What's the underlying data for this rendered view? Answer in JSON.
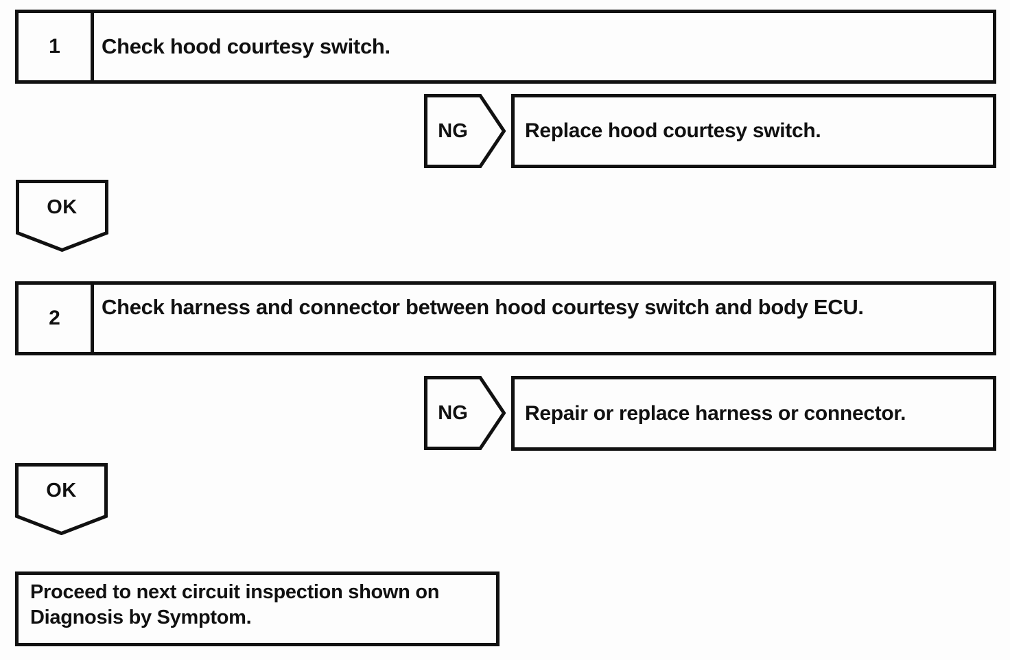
{
  "flowchart": {
    "steps": [
      {
        "number": "1",
        "instruction": "Check hood courtesy switch.",
        "fail_label": "NG",
        "fail_action": "Replace hood courtesy switch.",
        "pass_label": "OK"
      },
      {
        "number": "2",
        "instruction": "Check harness and connector between hood courtesy switch and body ECU.",
        "fail_label": "NG",
        "fail_action": "Repair or replace harness or connector.",
        "pass_label": "OK"
      }
    ],
    "final": {
      "line1": "Proceed to next circuit inspection shown on",
      "line2": "Diagnosis by Symptom."
    }
  },
  "colors": {
    "ink": "#111111",
    "paper": "#fdfdfd"
  }
}
